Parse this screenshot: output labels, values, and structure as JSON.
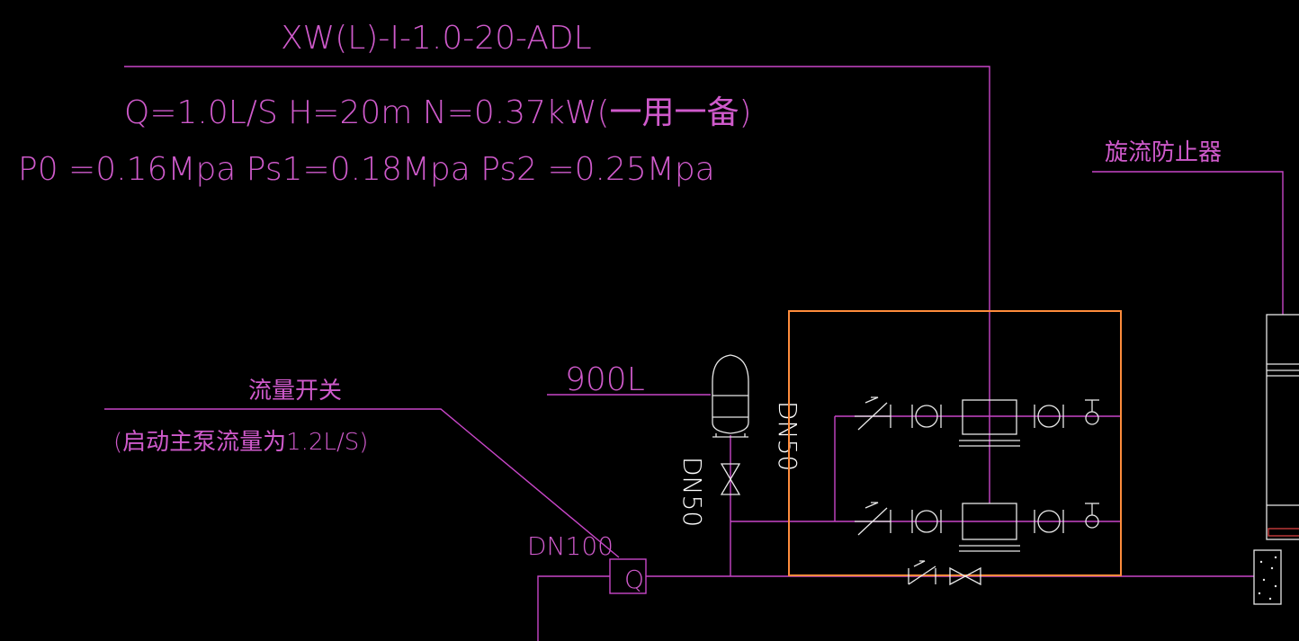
{
  "diagram": {
    "pump_model": "XW(L)-I-1.0-20-ADL",
    "pump_params": "Q=1.0L/S H=20m N=0.37kW(一用一备)",
    "pressure_params": "P0 =0.16Mpa Ps1=0.18Mpa Ps2 =0.25Mpa",
    "backflow_preventer": "旋流防止器",
    "flow_switch": "流量开关",
    "flow_switch_note": "(启动主泵流量为1.2L/S)",
    "tank_volume": "900L",
    "pipe_dn50_a": "DN50",
    "pipe_dn50_b": "DN50",
    "pipe_dn100": "DN100",
    "flow_meter_symbol": "Q"
  },
  "colors": {
    "background": "#000000",
    "pipe_magenta": "#c846c8",
    "equipment_white": "#e8e8e8",
    "pump_frame_orange": "#ff8c3c"
  }
}
